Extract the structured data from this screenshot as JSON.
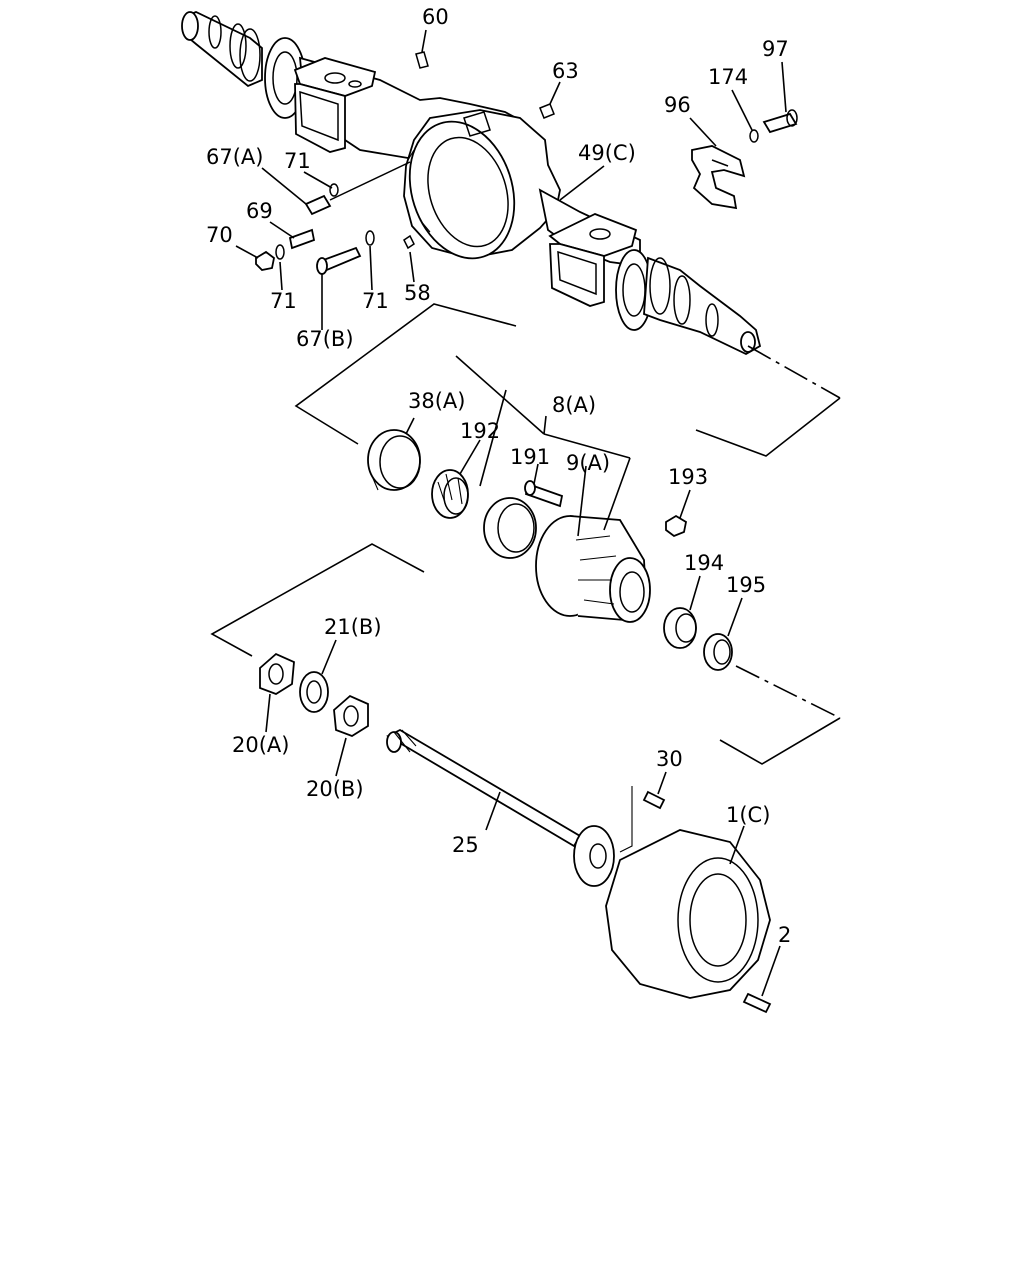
{
  "callouts": [
    {
      "id": "60",
      "label": "60"
    },
    {
      "id": "63",
      "label": "63"
    },
    {
      "id": "97",
      "label": "97"
    },
    {
      "id": "174",
      "label": "174"
    },
    {
      "id": "96",
      "label": "96"
    },
    {
      "id": "67a",
      "label": "67(A)"
    },
    {
      "id": "71a",
      "label": "71"
    },
    {
      "id": "49c",
      "label": "49(C)"
    },
    {
      "id": "69",
      "label": "69"
    },
    {
      "id": "70",
      "label": "70"
    },
    {
      "id": "71b",
      "label": "71"
    },
    {
      "id": "71c",
      "label": "71"
    },
    {
      "id": "58",
      "label": "58"
    },
    {
      "id": "67b",
      "label": "67(B)"
    },
    {
      "id": "8a",
      "label": "8(A)"
    },
    {
      "id": "38a",
      "label": "38(A)"
    },
    {
      "id": "192",
      "label": "192"
    },
    {
      "id": "191",
      "label": "191"
    },
    {
      "id": "9a",
      "label": "9(A)"
    },
    {
      "id": "193",
      "label": "193"
    },
    {
      "id": "194",
      "label": "194"
    },
    {
      "id": "195",
      "label": "195"
    },
    {
      "id": "21b",
      "label": "21(B)"
    },
    {
      "id": "20a",
      "label": "20(A)"
    },
    {
      "id": "20b",
      "label": "20(B)"
    },
    {
      "id": "30",
      "label": "30"
    },
    {
      "id": "25",
      "label": "25"
    },
    {
      "id": "1c",
      "label": "1(C)"
    },
    {
      "id": "2",
      "label": "2"
    }
  ]
}
